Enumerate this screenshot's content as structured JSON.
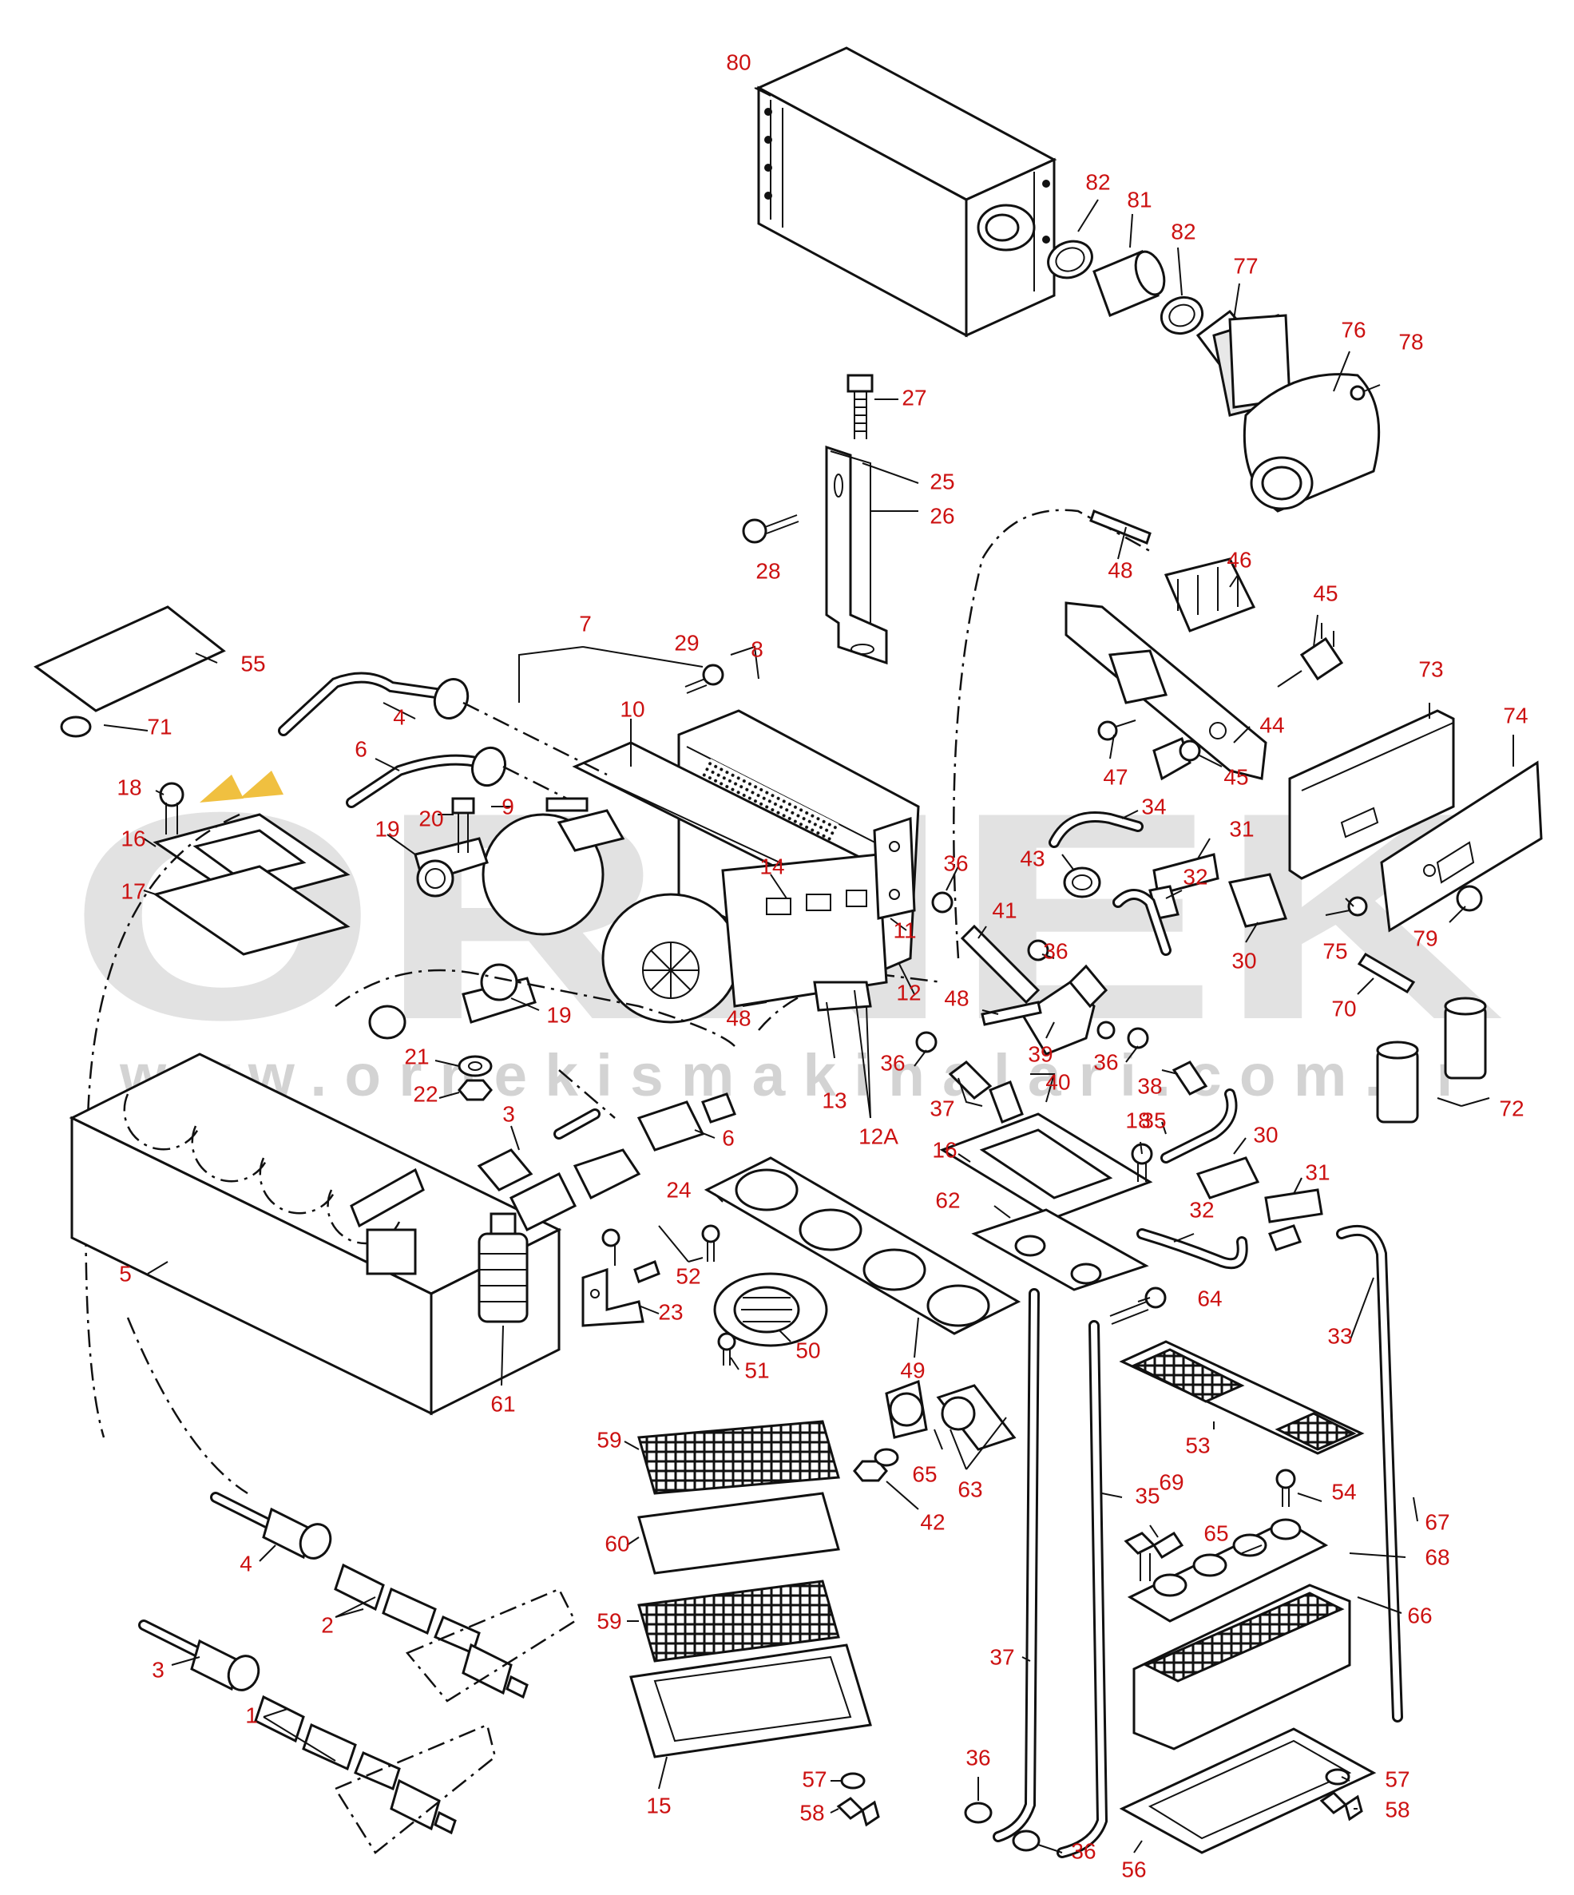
{
  "watermark": {
    "brand": "ORNEK",
    "url": "www.ornekismakinalari.com.tr",
    "color": "#dcdcdc"
  },
  "callout_color": "#cc1111",
  "callouts": [
    {
      "id": "c80",
      "text": "80"
    },
    {
      "id": "c82a",
      "text": "82"
    },
    {
      "id": "c81",
      "text": "81"
    },
    {
      "id": "c82b",
      "text": "82"
    },
    {
      "id": "c77",
      "text": "77"
    },
    {
      "id": "c76",
      "text": "76"
    },
    {
      "id": "c78",
      "text": "78"
    },
    {
      "id": "c27",
      "text": "27"
    },
    {
      "id": "c25",
      "text": "25"
    },
    {
      "id": "c26",
      "text": "26"
    },
    {
      "id": "c28",
      "text": "28"
    },
    {
      "id": "c48a",
      "text": "48"
    },
    {
      "id": "c46",
      "text": "46"
    },
    {
      "id": "c45a",
      "text": "45"
    },
    {
      "id": "c73",
      "text": "73"
    },
    {
      "id": "c74",
      "text": "74"
    },
    {
      "id": "c7",
      "text": "7"
    },
    {
      "id": "c29",
      "text": "29"
    },
    {
      "id": "c8",
      "text": "8"
    },
    {
      "id": "c55",
      "text": "55"
    },
    {
      "id": "c71",
      "text": "71"
    },
    {
      "id": "c4a",
      "text": "4"
    },
    {
      "id": "c10",
      "text": "10"
    },
    {
      "id": "c6a",
      "text": "6"
    },
    {
      "id": "c9",
      "text": "9"
    },
    {
      "id": "c18a",
      "text": "18"
    },
    {
      "id": "c20",
      "text": "20"
    },
    {
      "id": "c19a",
      "text": "19"
    },
    {
      "id": "c16a",
      "text": "16"
    },
    {
      "id": "c17",
      "text": "17"
    },
    {
      "id": "c14",
      "text": "14"
    },
    {
      "id": "c47",
      "text": "47"
    },
    {
      "id": "c45b",
      "text": "45"
    },
    {
      "id": "c44",
      "text": "44"
    },
    {
      "id": "c34",
      "text": "34"
    },
    {
      "id": "c31a",
      "text": "31"
    },
    {
      "id": "c36a",
      "text": "36"
    },
    {
      "id": "c43",
      "text": "43"
    },
    {
      "id": "c32a",
      "text": "32"
    },
    {
      "id": "c41",
      "text": "41"
    },
    {
      "id": "c36b",
      "text": "36"
    },
    {
      "id": "c30a",
      "text": "30"
    },
    {
      "id": "c75",
      "text": "75"
    },
    {
      "id": "c79",
      "text": "79"
    },
    {
      "id": "c11",
      "text": "11"
    },
    {
      "id": "c19b",
      "text": "19"
    },
    {
      "id": "c48b",
      "text": "48"
    },
    {
      "id": "c12",
      "text": "12"
    },
    {
      "id": "c48c",
      "text": "48"
    },
    {
      "id": "c70",
      "text": "70"
    },
    {
      "id": "c21",
      "text": "21"
    },
    {
      "id": "c22",
      "text": "22"
    },
    {
      "id": "c13",
      "text": "13"
    },
    {
      "id": "c39",
      "text": "39"
    },
    {
      "id": "c36c",
      "text": "36"
    },
    {
      "id": "c36d",
      "text": "36"
    },
    {
      "id": "c40",
      "text": "40"
    },
    {
      "id": "c38",
      "text": "38"
    },
    {
      "id": "c72",
      "text": "72"
    },
    {
      "id": "c3a",
      "text": "3"
    },
    {
      "id": "c6b",
      "text": "6"
    },
    {
      "id": "c12A",
      "text": "12A"
    },
    {
      "id": "c37a",
      "text": "37"
    },
    {
      "id": "c18b",
      "text": "18"
    },
    {
      "id": "c35a",
      "text": "35"
    },
    {
      "id": "c30b",
      "text": "30"
    },
    {
      "id": "c16b",
      "text": "16"
    },
    {
      "id": "c31b",
      "text": "31"
    },
    {
      "id": "c24",
      "text": "24"
    },
    {
      "id": "c62",
      "text": "62"
    },
    {
      "id": "c32b",
      "text": "32"
    },
    {
      "id": "c5",
      "text": "5"
    },
    {
      "id": "c52",
      "text": "52"
    },
    {
      "id": "c23",
      "text": "23"
    },
    {
      "id": "c64",
      "text": "64"
    },
    {
      "id": "c33",
      "text": "33"
    },
    {
      "id": "c50",
      "text": "50"
    },
    {
      "id": "c51",
      "text": "51"
    },
    {
      "id": "c49",
      "text": "49"
    },
    {
      "id": "c61",
      "text": "61"
    },
    {
      "id": "c53",
      "text": "53"
    },
    {
      "id": "c59a",
      "text": "59"
    },
    {
      "id": "c65a",
      "text": "65"
    },
    {
      "id": "c63",
      "text": "63"
    },
    {
      "id": "c54",
      "text": "54"
    },
    {
      "id": "c42",
      "text": "42"
    },
    {
      "id": "c69",
      "text": "69"
    },
    {
      "id": "c35b",
      "text": "35"
    },
    {
      "id": "c67",
      "text": "67"
    },
    {
      "id": "c65b",
      "text": "65"
    },
    {
      "id": "c68",
      "text": "68"
    },
    {
      "id": "c4b",
      "text": "4"
    },
    {
      "id": "c60",
      "text": "60"
    },
    {
      "id": "c2",
      "text": "2"
    },
    {
      "id": "c59b",
      "text": "59"
    },
    {
      "id": "c66",
      "text": "66"
    },
    {
      "id": "c37b",
      "text": "37"
    },
    {
      "id": "c3b",
      "text": "3"
    },
    {
      "id": "c36e",
      "text": "36"
    },
    {
      "id": "c1",
      "text": "1"
    },
    {
      "id": "c15",
      "text": "15"
    },
    {
      "id": "c57a",
      "text": "57"
    },
    {
      "id": "c57b",
      "text": "57"
    },
    {
      "id": "c58a",
      "text": "58"
    },
    {
      "id": "c36f",
      "text": "36"
    },
    {
      "id": "c56",
      "text": "56"
    },
    {
      "id": "c58b",
      "text": "58"
    }
  ]
}
